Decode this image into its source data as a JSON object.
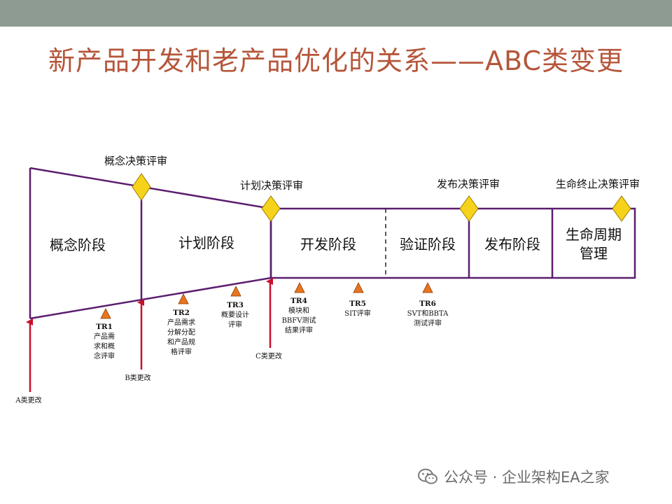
{
  "title": "新产品开发和老产品优化的关系——ABC类变更",
  "reviews": {
    "concept": "概念决策评审",
    "plan": "计划决策评审",
    "release": "发布决策评审",
    "eol": "生命终止决策评审"
  },
  "phases": {
    "concept": "概念阶段",
    "plan": "计划阶段",
    "develop": "开发阶段",
    "verify": "验证阶段",
    "release": "发布阶段",
    "lifecycle_line1": "生命周期",
    "lifecycle_line2": "管理"
  },
  "tech_reviews": [
    {
      "id": "TR1",
      "lines": [
        "产品需",
        "求和概",
        "念评审"
      ]
    },
    {
      "id": "TR2",
      "lines": [
        "产品需求",
        "分解分配",
        "和产品规",
        "格评审"
      ]
    },
    {
      "id": "TR3",
      "lines": [
        "概要设计",
        "评审"
      ]
    },
    {
      "id": "TR4",
      "lines": [
        "模块和",
        "BBFV测试",
        "结果评审"
      ]
    },
    {
      "id": "TR5",
      "lines": [
        "SIT评审"
      ]
    },
    {
      "id": "TR6",
      "lines": [
        "SVT和BBTA",
        "测试评审"
      ]
    }
  ],
  "changes": {
    "a": "A类更改",
    "b": "B类更改",
    "c": "C类更改"
  },
  "watermark": "公众号 · 企业架构EA之家",
  "colors": {
    "outline": "#5b1d6e",
    "diamond": "#f6d21a",
    "triangle": "#e8751f",
    "arrow": "#c8102e",
    "title": "#b5563a",
    "topbar": "#8e9b93"
  }
}
